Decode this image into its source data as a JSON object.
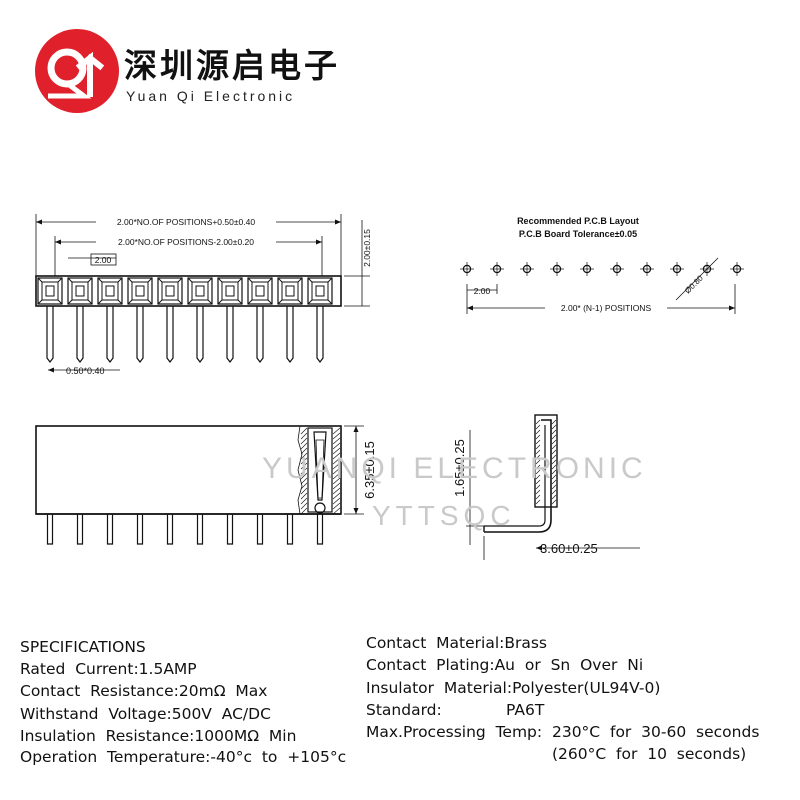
{
  "brand": {
    "logo_letter": "Q",
    "name_cn": "深圳源启电子",
    "name_en": "Yuan Qi Electronic",
    "logo_color": "#e0202a"
  },
  "watermark": {
    "line1": "YUANQI ELECTRONIC",
    "line2": "YTTSQC"
  },
  "drawing": {
    "top_view": {
      "dim_overall": "2.00*NO.OF POSITIONS+0.50±0.40",
      "dim_pitch_span": "2.00*NO.OF POSITIONS-2.00±0.20",
      "dim_pitch": "2.00",
      "dim_height": "2.00±0.15",
      "dim_pin": "0.50*0.40"
    },
    "pcb_layout": {
      "title1": "Recommended P.C.B Layout",
      "title2": "P.C.B Board Tolerance±0.05",
      "dim_pitch": "2.00",
      "dim_span": "2.00* (N-1) POSITIONS",
      "dim_hole": "Ø0.80"
    },
    "side_view": {
      "dim_height": "6.35±0.15"
    },
    "section_view": {
      "dim_height": "1.65±0.25",
      "dim_width": "3.60±0.25"
    }
  },
  "specs": {
    "heading": "SPECIFICATIONS",
    "left": [
      "Rated  Current:1.5AMP",
      "Contact  Resistance:20mΩ  Max",
      "Withstand  Voltage:500V  AC/DC",
      "Insulation  Resistance:1000MΩ  Min",
      "Operation  Temperature:-40°c  to  +105°c"
    ],
    "right": [
      "Contact  Material:Brass",
      "Contact  Plating:Au  or  Sn  Over  Ni",
      "Insulator  Material:Polyester(UL94V-0)",
      "Standard:",
      "Max.Processing  Temp:  230°C  for  30-60  seconds",
      "(260°C  for  10  seconds)"
    ],
    "standard_value": "PA6T"
  }
}
